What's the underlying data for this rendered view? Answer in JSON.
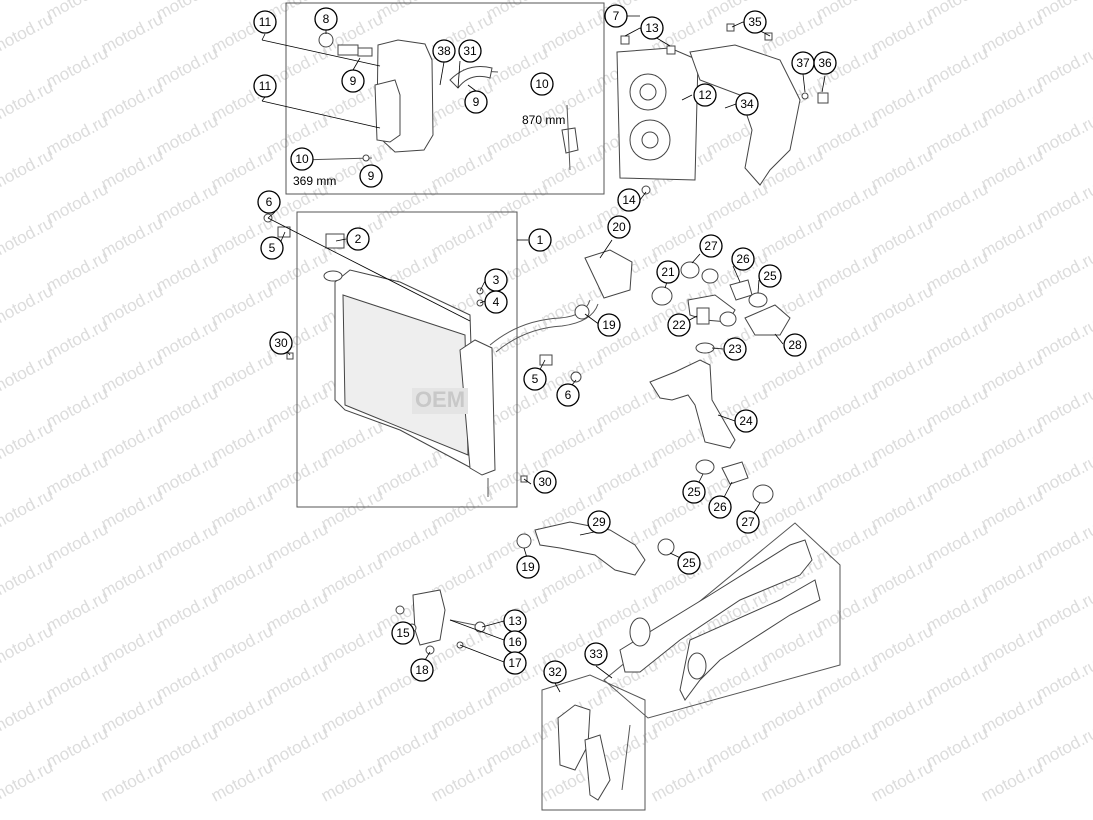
{
  "watermark": {
    "text": "motod.ru"
  },
  "logo_text": "OEM",
  "dimensions": {
    "hose_short": "369 mm",
    "hose_long": "870 mm"
  },
  "callouts": [
    {
      "id": "c11a",
      "n": "11"
    },
    {
      "id": "c8",
      "n": "8"
    },
    {
      "id": "c7",
      "n": "7"
    },
    {
      "id": "c13a",
      "n": "13"
    },
    {
      "id": "c35",
      "n": "35"
    },
    {
      "id": "c9a",
      "n": "9"
    },
    {
      "id": "c38",
      "n": "38"
    },
    {
      "id": "c31",
      "n": "31"
    },
    {
      "id": "c10a",
      "n": "10"
    },
    {
      "id": "c37",
      "n": "37"
    },
    {
      "id": "c36",
      "n": "36"
    },
    {
      "id": "c11b",
      "n": "11"
    },
    {
      "id": "c9b",
      "n": "9"
    },
    {
      "id": "c12",
      "n": "12"
    },
    {
      "id": "c34",
      "n": "34"
    },
    {
      "id": "c10b",
      "n": "10"
    },
    {
      "id": "c9c",
      "n": "9"
    },
    {
      "id": "c14",
      "n": "14"
    },
    {
      "id": "c6a",
      "n": "6"
    },
    {
      "id": "c5a",
      "n": "5"
    },
    {
      "id": "c2",
      "n": "2"
    },
    {
      "id": "c1",
      "n": "1"
    },
    {
      "id": "c20",
      "n": "20"
    },
    {
      "id": "c27a",
      "n": "27"
    },
    {
      "id": "c21",
      "n": "21"
    },
    {
      "id": "c26a",
      "n": "26"
    },
    {
      "id": "c25a",
      "n": "25"
    },
    {
      "id": "c3",
      "n": "3"
    },
    {
      "id": "c4",
      "n": "4"
    },
    {
      "id": "c19a",
      "n": "19"
    },
    {
      "id": "c22",
      "n": "22"
    },
    {
      "id": "c28",
      "n": "28"
    },
    {
      "id": "c30a",
      "n": "30"
    },
    {
      "id": "c23",
      "n": "23"
    },
    {
      "id": "c5b",
      "n": "5"
    },
    {
      "id": "c6b",
      "n": "6"
    },
    {
      "id": "c24",
      "n": "24"
    },
    {
      "id": "c30b",
      "n": "30"
    },
    {
      "id": "c25b",
      "n": "25"
    },
    {
      "id": "c26b",
      "n": "26"
    },
    {
      "id": "c27b",
      "n": "27"
    },
    {
      "id": "c29",
      "n": "29"
    },
    {
      "id": "c19b",
      "n": "19"
    },
    {
      "id": "c25c",
      "n": "25"
    },
    {
      "id": "c13b",
      "n": "13"
    },
    {
      "id": "c15",
      "n": "15"
    },
    {
      "id": "c16",
      "n": "16"
    },
    {
      "id": "c18",
      "n": "18"
    },
    {
      "id": "c17",
      "n": "17"
    },
    {
      "id": "c33",
      "n": "33"
    },
    {
      "id": "c32",
      "n": "32"
    }
  ]
}
